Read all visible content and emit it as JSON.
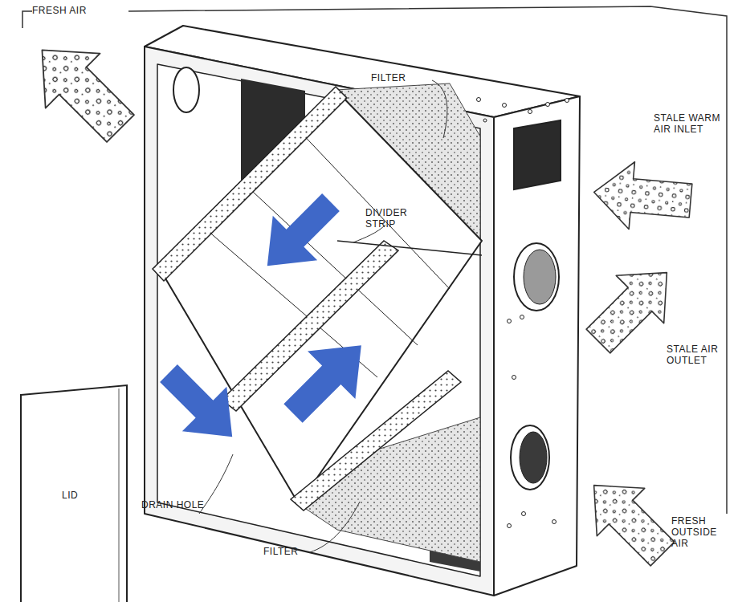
{
  "diagram": {
    "nodes": [
      {
        "text": [
          "LID"
        ]
      }
    ],
    "labels": [
      "FRESH AIR",
      "FILTER",
      "DIVIDER STRIP",
      "STALE WARM AIR INLET",
      "STALE AIR OUTLET",
      "DRAIN HOLE",
      "FILTER",
      "FRESH OUTSIDE AIR"
    ]
  }
}
